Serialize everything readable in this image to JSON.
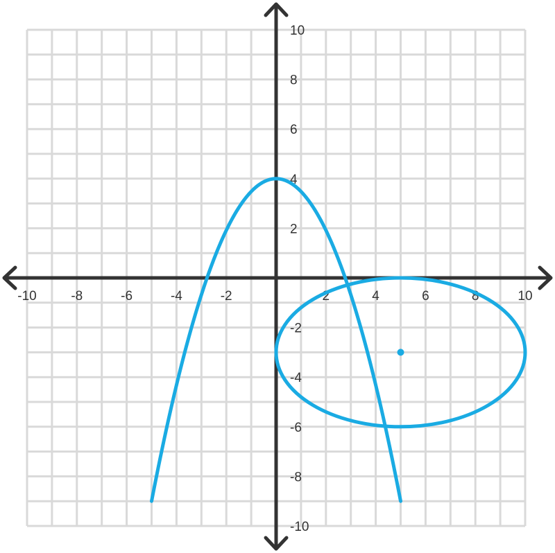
{
  "chart_data": {
    "type": "line",
    "title": "",
    "xlabel": "",
    "ylabel": "",
    "xlim": [
      -10,
      10
    ],
    "ylim": [
      -10,
      10
    ],
    "grid": true,
    "grid_step": 1,
    "x_ticks": [
      -10,
      -8,
      -6,
      -4,
      -2,
      2,
      4,
      6,
      8,
      10
    ],
    "y_ticks": [
      10,
      8,
      6,
      4,
      2,
      -2,
      -4,
      -6,
      -8,
      -10
    ],
    "series": [
      {
        "kind": "parabola",
        "equation_form": "y = a*x^2 + c",
        "a": -0.52,
        "c": 4,
        "x_range": [
          -5,
          5
        ],
        "vertex": [
          0,
          4
        ],
        "x_intercepts": [
          -2.77,
          2.77
        ],
        "endpoints": [
          [
            -5,
            -9
          ],
          [
            5,
            -9
          ]
        ]
      },
      {
        "kind": "ellipse",
        "center": [
          5,
          -3
        ],
        "rx": 5,
        "ry": 3
      }
    ],
    "points": [
      {
        "x": 5,
        "y": -3
      }
    ],
    "colors": {
      "curve": "#1aabe3",
      "axis": "#333333",
      "grid": "#d9d9d9",
      "background": "#ffffff"
    }
  }
}
